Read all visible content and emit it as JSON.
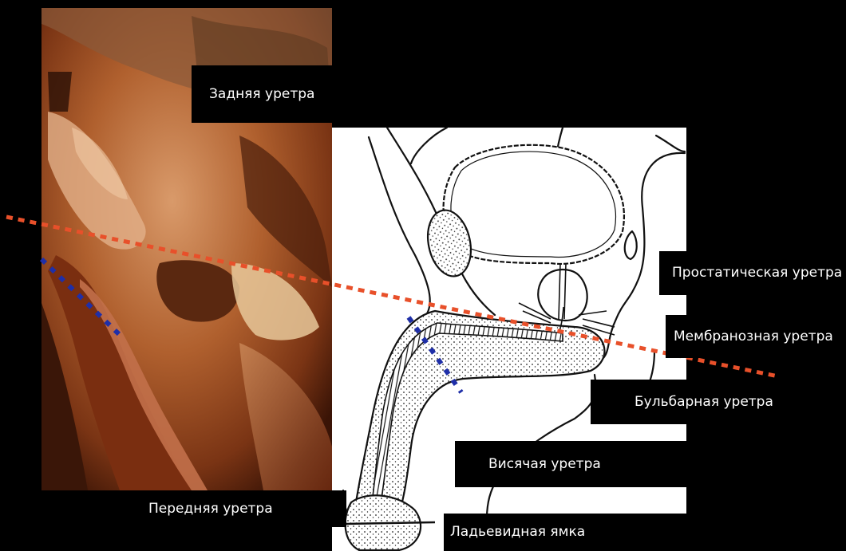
{
  "labels": {
    "posterior_urethra": "Задняя уретра",
    "prostatic_urethra": "Простатическая уретра",
    "membranous_urethra": "Мембранозная уретра",
    "bulbar_urethra": "Бульбарная уретра",
    "pendulous_urethra": "Висячая уретра",
    "anterior_urethra": "Передняя уретра",
    "navicular_fossa": "Ладьевидная ямка"
  },
  "colors": {
    "background": "#000000",
    "divider_line": "#e8502a",
    "segment_marker": "#1f2fa8",
    "tissue": "#a8552a",
    "drawing_bg": "#ffffff"
  }
}
